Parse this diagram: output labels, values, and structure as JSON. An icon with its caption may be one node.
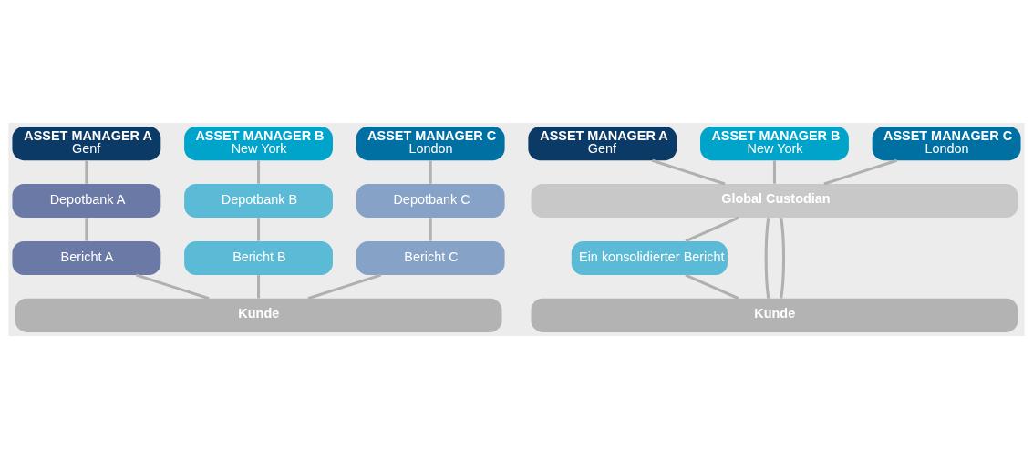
{
  "diagram": {
    "nodes": [
      {
        "text": [
          "ASSET MANAGER A",
          "Genf"
        ]
      },
      {
        "text": [
          "ASSET MANAGER B",
          "New York"
        ]
      },
      {
        "text": [
          "ASSET MANAGER C",
          "London"
        ]
      },
      {
        "text": [
          "Depotbank A"
        ]
      },
      {
        "text": [
          "Depotbank B"
        ]
      },
      {
        "text": [
          "Depotbank C"
        ]
      },
      {
        "text": [
          "Bericht A"
        ]
      },
      {
        "text": [
          "Bericht B"
        ]
      },
      {
        "text": [
          "Bericht C"
        ]
      },
      {
        "text": [
          "Kunde"
        ]
      },
      {
        "text": [
          "ASSET MANAGER A",
          "Genf"
        ]
      },
      {
        "text": [
          "ASSET MANAGER B",
          "New York"
        ]
      },
      {
        "text": [
          "ASSET MANAGER C",
          "London"
        ]
      },
      {
        "text": [
          "Global Custodian"
        ]
      },
      {
        "text": [
          "Ein konsolidierter Bericht"
        ]
      },
      {
        "text": [
          "Kunde"
        ]
      }
    ],
    "edges": [
      {
        "from": 0,
        "to": 3,
        "arrow": "none"
      },
      {
        "from": 1,
        "to": 4,
        "arrow": "none"
      },
      {
        "from": 2,
        "to": 5,
        "arrow": "none"
      },
      {
        "from": 3,
        "to": 6,
        "arrow": "none"
      },
      {
        "from": 4,
        "to": 7,
        "arrow": "none"
      },
      {
        "from": 5,
        "to": 8,
        "arrow": "none"
      },
      {
        "from": 6,
        "to": 9,
        "arrow": "none"
      },
      {
        "from": 7,
        "to": 9,
        "arrow": "none"
      },
      {
        "from": 8,
        "to": 9,
        "arrow": "none"
      },
      {
        "from": 10,
        "to": 13,
        "arrow": "none"
      },
      {
        "from": 11,
        "to": 13,
        "arrow": "none"
      },
      {
        "from": 12,
        "to": 13,
        "arrow": "none"
      },
      {
        "from": 13,
        "to": 15,
        "arrow": "none"
      },
      {
        "from": 13,
        "to": 14,
        "arrow": "none"
      },
      {
        "from": 14,
        "to": 15,
        "arrow": "none"
      },
      {
        "from": 13,
        "to": 15,
        "arrow": "none"
      }
    ]
  }
}
